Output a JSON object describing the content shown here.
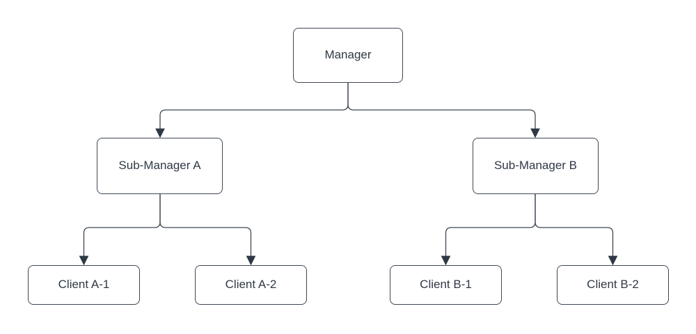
{
  "diagram": {
    "type": "org-chart-tree",
    "nodes": {
      "manager": {
        "label": "Manager",
        "level": 0
      },
      "sub_manager_a": {
        "label": "Sub-Manager A",
        "level": 1
      },
      "sub_manager_b": {
        "label": "Sub-Manager B",
        "level": 1
      },
      "client_a1": {
        "label": "Client A-1",
        "level": 2
      },
      "client_a2": {
        "label": "Client A-2",
        "level": 2
      },
      "client_b1": {
        "label": "Client B-1",
        "level": 2
      },
      "client_b2": {
        "label": "Client B-2",
        "level": 2
      }
    },
    "edges": [
      {
        "from": "Manager",
        "to": "Sub-Manager A",
        "arrow": "filled-triangle"
      },
      {
        "from": "Manager",
        "to": "Sub-Manager B",
        "arrow": "filled-triangle"
      },
      {
        "from": "Sub-Manager A",
        "to": "Client A-1",
        "arrow": "filled-triangle"
      },
      {
        "from": "Sub-Manager A",
        "to": "Client A-2",
        "arrow": "filled-triangle"
      },
      {
        "from": "Sub-Manager B",
        "to": "Client B-1",
        "arrow": "filled-triangle"
      },
      {
        "from": "Sub-Manager B",
        "to": "Client B-2",
        "arrow": "filled-triangle"
      }
    ]
  },
  "colors": {
    "background": "#ffffff",
    "node_fill": "#ffffff",
    "node_border": "#3e4754",
    "connector": "#3e4754",
    "arrowhead": "#2f3845",
    "text": "#2f3845"
  }
}
